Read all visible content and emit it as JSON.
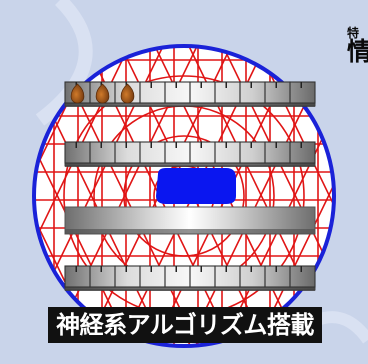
{
  "corner_heading": {
    "top_text": "特",
    "bottom_text": "情"
  },
  "caption": {
    "text": "神経系アルゴリズム搭載"
  },
  "colors": {
    "background": "#c9d4ea",
    "circle_fill": "#ffffff",
    "circle_border": "#1a22d8",
    "grid_lines": "#e01515",
    "center_blob": "#0a16f0",
    "caption_bg": "#111111",
    "caption_text": "#ffffff",
    "seed": "#a9581b"
  },
  "trays": [
    {
      "id": "tray-1",
      "items": [
        "seed",
        "seed",
        "seed"
      ]
    },
    {
      "id": "tray-2",
      "items": []
    },
    {
      "id": "tray-3",
      "items": []
    },
    {
      "id": "tray-4",
      "items": []
    }
  ],
  "icons": {
    "seed": "seed-icon",
    "blob": "blue-blob-icon"
  }
}
